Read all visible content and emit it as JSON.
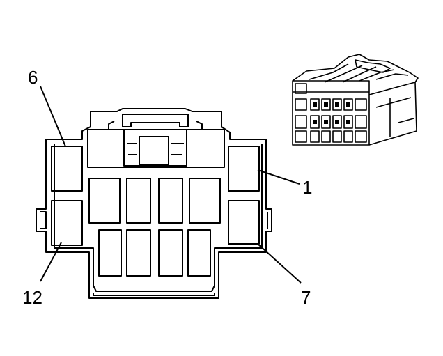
{
  "diagram": {
    "pin_labels": {
      "pin_6": "6",
      "pin_1": "1",
      "pin_12": "12",
      "pin_7": "7"
    },
    "colors": {
      "line": "#000000",
      "background": "#ffffff"
    },
    "icons": {
      "connector_face": "connector-face-icon",
      "connector_isometric": "connector-isometric-icon"
    }
  }
}
